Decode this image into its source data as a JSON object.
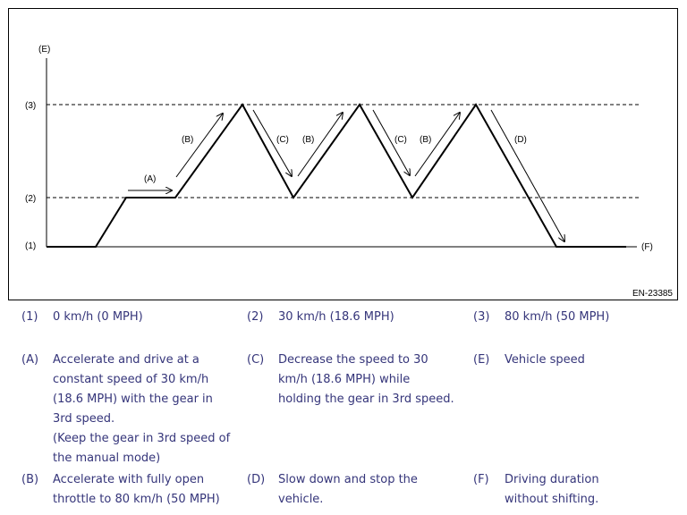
{
  "figure": {
    "ref_code": "EN-23385",
    "y_axis_label": "(E)",
    "x_axis_label": "(F)",
    "level_labels": [
      "(1)",
      "(2)",
      "(3)"
    ],
    "segment_labels": [
      "(A)",
      "(B)",
      "(C)",
      "(B)",
      "(C)",
      "(B)",
      "(D)"
    ]
  },
  "legend": [
    {
      "key": "(1)",
      "text": "0 km/h (0 MPH)"
    },
    {
      "key": "(2)",
      "text": "30 km/h (18.6 MPH)"
    },
    {
      "key": "(3)",
      "text": "80 km/h (50 MPH)"
    },
    {
      "key": "(A)",
      "text": "Accelerate and drive at a\nconstant speed of 30 km/h\n(18.6 MPH) with the gear in\n3rd speed.\n(Keep the gear in 3rd speed of\nthe manual mode)"
    },
    {
      "key": "(C)",
      "text": "Decrease the speed to 30\nkm/h (18.6 MPH) while\nholding the gear in 3rd speed."
    },
    {
      "key": "(E)",
      "text": "Vehicle speed"
    },
    {
      "key": "(B)",
      "text": "Accelerate with fully open\nthrottle to 80 km/h (50 MPH)"
    },
    {
      "key": "(D)",
      "text": "Slow down and stop the\nvehicle."
    },
    {
      "key": "(F)",
      "text": "Driving duration\n without shifting."
    }
  ]
}
